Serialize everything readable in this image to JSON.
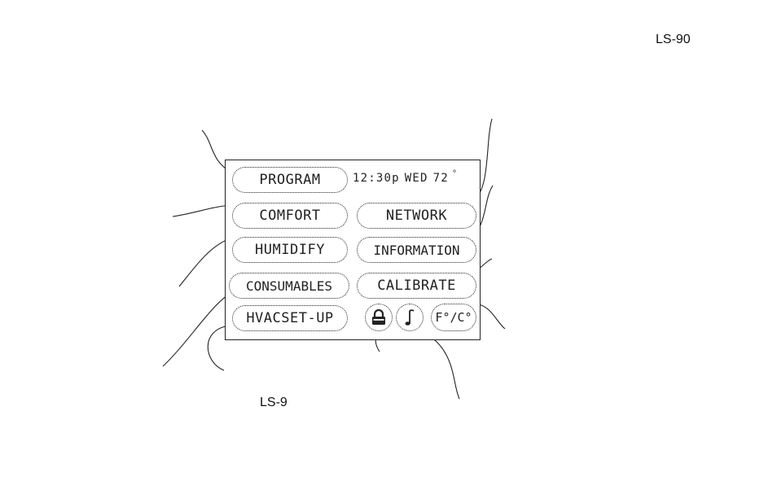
{
  "reference_labels": {
    "top_right": "LS-90",
    "bottom": "LS-9"
  },
  "display": {
    "status": {
      "time": "12:30p",
      "day": "WED",
      "temperature": "72",
      "degree_mark": "°"
    },
    "buttons": {
      "program": "PROGRAM",
      "comfort": "COMFORT",
      "network": "NETWORK",
      "humidify": "HUMIDIFY",
      "information": "INFORMATION",
      "consumables": "CONSUMABLES",
      "calibrate": "CALIBRATE",
      "hvac_setup": "HVACSET-UP",
      "temperature_units": "F°/C°"
    },
    "icons": {
      "lock": "lock-icon",
      "music_note": "music-note-icon"
    }
  }
}
